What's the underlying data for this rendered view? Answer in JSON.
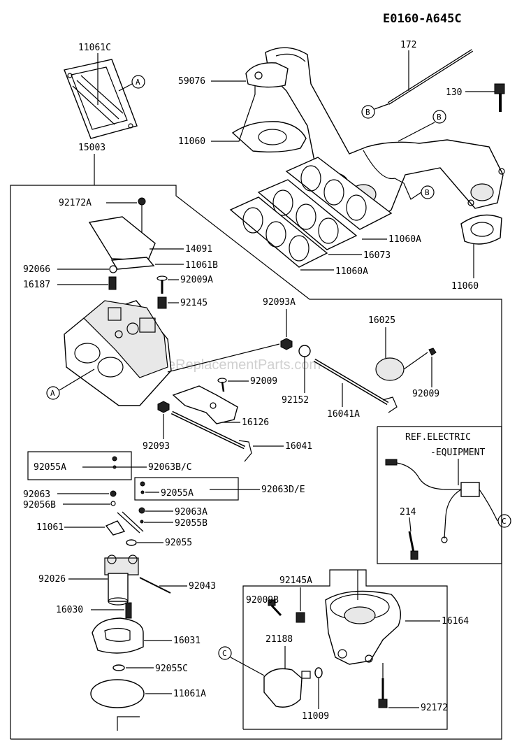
{
  "diagram_code": "E0160-A645C",
  "watermark": "eReplacementParts.com",
  "ref_note": [
    "REF.ELECTRIC",
    "-EQUIPMENT"
  ],
  "callouts": {
    "A": "A",
    "B": "B",
    "C": "C"
  },
  "labels": {
    "p11061C": "11061C",
    "p15003": "15003",
    "p172": "172",
    "p59076": "59076",
    "p130": "130",
    "p11060_top": "11060",
    "p11060A_1": "11060A",
    "p16073": "16073",
    "p11060A_2": "11060A",
    "p11060_right": "11060",
    "p92172A": "92172A",
    "p14091": "14091",
    "p92066": "92066",
    "p11061B": "11061B",
    "p16187": "16187",
    "p92009A": "92009A",
    "p92145": "92145",
    "p92093A": "92093A",
    "p16025": "16025",
    "p92009_mid": "92009",
    "p92152": "92152",
    "p16041A": "16041A",
    "p92009_right": "92009",
    "p16126": "16126",
    "p92093": "92093",
    "p16041": "16041",
    "p92055A_1": "92055A",
    "p92063BC": "92063B/C",
    "p92055A_2": "92055A",
    "p92063DE": "92063D/E",
    "p92063": "92063",
    "p92056B": "92056B",
    "p92063A": "92063A",
    "p92055B": "92055B",
    "p11061": "11061",
    "p92055": "92055",
    "p92026": "92026",
    "p92043": "92043",
    "p16030": "16030",
    "p16031": "16031",
    "p92055C": "92055C",
    "p11061A": "11061A",
    "p214": "214",
    "p92009B": "92009B",
    "p92145A": "92145A",
    "p16164": "16164",
    "p21188": "21188",
    "p11009": "11009",
    "p92172": "92172"
  }
}
